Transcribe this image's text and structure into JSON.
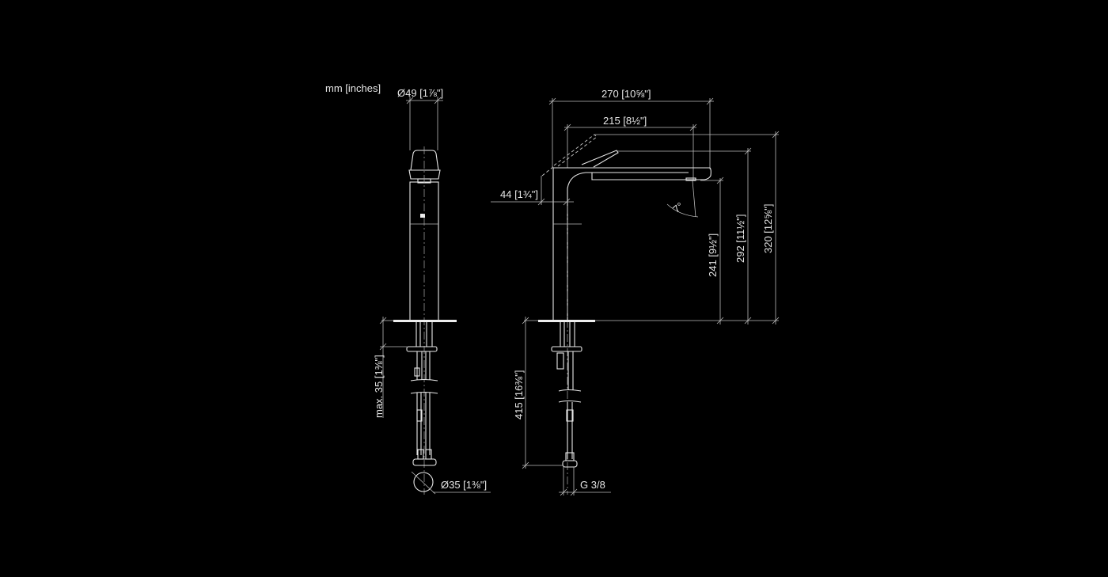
{
  "units_label": "mm [inches]",
  "front_view": {
    "diameter_top": "Ø49 [1⅞\"]",
    "max_depth": "max. 35 [1⅜\"]",
    "diameter_hole": "Ø35 [1⅜\"]"
  },
  "side_view": {
    "width_270": "270 [10⅝\"]",
    "width_215": "215 [8½\"]",
    "handle_44": "44 [1¾\"]",
    "angle": "7°",
    "height_241": "241 [9½\"]",
    "height_292": "292 [11½\"]",
    "height_320": "320 [12⅝\"]",
    "hose_415": "415 [16⅜\"]",
    "thread": "G 3/8"
  }
}
